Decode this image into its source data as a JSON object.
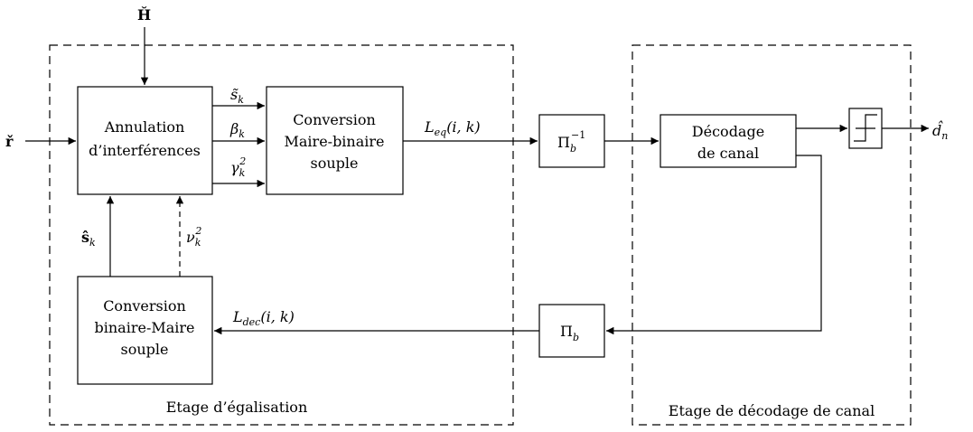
{
  "inputs": {
    "received_symbol": "ř",
    "channel_matrix": "Ȟ"
  },
  "stages": {
    "equalization_label": "Etage d’égalisation",
    "decoding_label": "Etage de décodage de canal"
  },
  "blocks": {
    "interference_cancellation": [
      "Annulation",
      "d’interférences"
    ],
    "maire_to_binary": [
      "Conversion",
      "Maire-binaire",
      "souple"
    ],
    "binary_to_maire": [
      "Conversion",
      "binaire-Maire",
      "souple"
    ],
    "deinterleaver": {
      "symbol": "Π",
      "sub": "b",
      "sup": "−1"
    },
    "interleaver": {
      "symbol": "Π",
      "sub": "b"
    },
    "channel_decoder": [
      "Décodage",
      "de canal"
    ],
    "decision_icon": "hard-decision-step-icon"
  },
  "signals": {
    "s_tilde": {
      "base": "s̃",
      "sub": "k"
    },
    "beta": {
      "base": "β",
      "sub": "k"
    },
    "gamma_sq": {
      "base": "γ",
      "sub": "k",
      "sup": "2"
    },
    "l_eq": {
      "base": "L",
      "sub": "eq",
      "args": "(i, k)"
    },
    "l_dec": {
      "base": "L",
      "sub": "dec",
      "args": "(i, k)"
    },
    "s_hat": {
      "base": "ŝ",
      "sub": "k"
    },
    "nu_sq": {
      "base": "ν",
      "sub": "k",
      "sup": "2"
    },
    "d_hat": {
      "base": "d̂",
      "sub": "n"
    }
  }
}
